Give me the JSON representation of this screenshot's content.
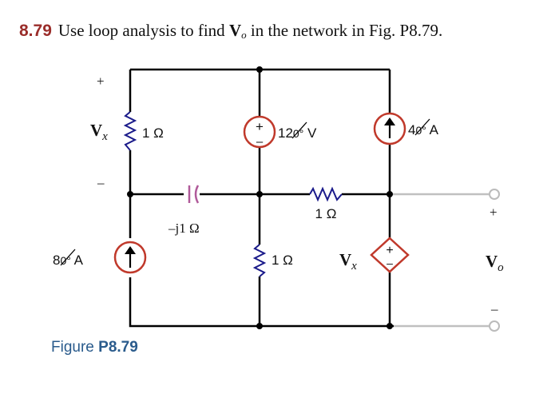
{
  "problem": {
    "number": "8.79",
    "text_before": "Use loop analysis to find",
    "symbol": "V",
    "subscript": "o",
    "text_after": "in the network in Fig. P8.79."
  },
  "figure": {
    "label": "Figure",
    "number": "P8.79"
  },
  "circuit": {
    "left_resistor": {
      "value": "1 Ω"
    },
    "vx_label": {
      "symbol": "V",
      "sub": "x"
    },
    "vx_plus": "+",
    "vx_minus": "–",
    "capacitor": {
      "value": "–j1 Ω"
    },
    "middle_source": {
      "value": "12",
      "angle": "0°",
      "unit": "V",
      "plus": "+",
      "minus": "–"
    },
    "right_current_source": {
      "value": "4",
      "angle": "0°",
      "unit": "A"
    },
    "middle_resistor": {
      "value": "1 Ω"
    },
    "left_current_source": {
      "value": "8",
      "angle": "0°",
      "unit": "A"
    },
    "bottom_resistor": {
      "value": "1 Ω"
    },
    "dependent_source": {
      "control_symbol": "V",
      "control_sub": "x",
      "plus": "+",
      "minus": "–"
    },
    "output": {
      "symbol": "V",
      "sub": "o",
      "plus": "+",
      "minus": "–"
    },
    "colors": {
      "wire": "#000000",
      "source_ring": "#c0392b",
      "output_wire": "#c0c0c0",
      "capacitor": "#b05a9a",
      "resistor": "#1a1a8a"
    },
    "icons": [
      "resistor-zigzag-icon",
      "capacitor-icon",
      "voltage-source-icon",
      "current-source-arrow-icon",
      "dependent-voltage-source-icon",
      "output-terminal-icon"
    ]
  }
}
